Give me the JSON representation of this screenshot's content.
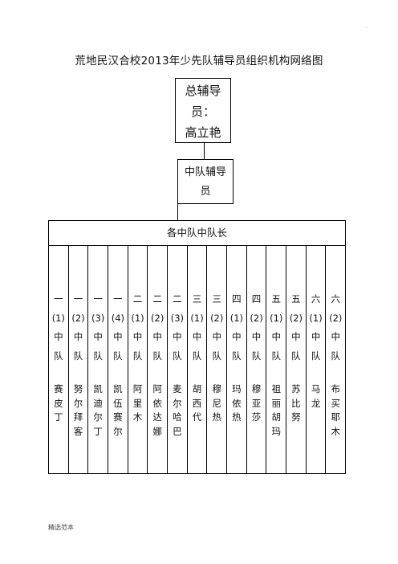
{
  "title": "荒地民汉合校2013年少先队辅导员组织机构网络图",
  "corner_mark": ".",
  "chief": {
    "line1": "总辅导",
    "line2": "员：",
    "line3": "高立艳"
  },
  "middle": {
    "line1": "中队辅导",
    "line2": "员"
  },
  "leaders_label": "各中队中队长",
  "columns": [
    {
      "grade": "一",
      "cls": "(1)",
      "z": "中",
      "d": "队",
      "name": [
        "赛",
        "皮",
        "丁",
        ""
      ]
    },
    {
      "grade": "一",
      "cls": "(2)",
      "z": "中",
      "d": "队",
      "name": [
        "努",
        "尔",
        "拜",
        "客"
      ]
    },
    {
      "grade": "一",
      "cls": "(3)",
      "z": "中",
      "d": "队",
      "name": [
        "凯",
        "迪",
        "尔",
        "丁"
      ]
    },
    {
      "grade": "一",
      "cls": "(4)",
      "z": "中",
      "d": "队",
      "name": [
        "凯",
        "伍",
        "赛",
        "尔"
      ]
    },
    {
      "grade": "二",
      "cls": "(1)",
      "z": "中",
      "d": "队",
      "name": [
        "阿",
        "里",
        "木",
        ""
      ]
    },
    {
      "grade": "二",
      "cls": "(2)",
      "z": "中",
      "d": "队",
      "name": [
        "阿",
        "依",
        "达",
        "娜"
      ]
    },
    {
      "grade": "二",
      "cls": "(3)",
      "z": "中",
      "d": "队",
      "name": [
        "麦",
        "尔",
        "哈",
        "巴"
      ]
    },
    {
      "grade": "三",
      "cls": "(1)",
      "z": "中",
      "d": "队",
      "name": [
        "胡",
        "西",
        "代",
        ""
      ]
    },
    {
      "grade": "三",
      "cls": "(2)",
      "z": "中",
      "d": "队",
      "name": [
        "穆",
        "尼",
        "热",
        ""
      ]
    },
    {
      "grade": "四",
      "cls": "(1)",
      "z": "中",
      "d": "队",
      "name": [
        "玛",
        "依",
        "热",
        ""
      ]
    },
    {
      "grade": "四",
      "cls": "(2)",
      "z": "中",
      "d": "队",
      "name": [
        "穆",
        "亚",
        "莎",
        ""
      ]
    },
    {
      "grade": "五",
      "cls": "(1)",
      "z": "中",
      "d": "队",
      "name": [
        "祖",
        "丽",
        "胡",
        "玛"
      ]
    },
    {
      "grade": "五",
      "cls": "(2)",
      "z": "中",
      "d": "队",
      "name": [
        "苏",
        "比",
        "努",
        ""
      ]
    },
    {
      "grade": "六",
      "cls": "(1)",
      "z": "中",
      "d": "队",
      "name": [
        "马",
        "龙",
        "",
        ""
      ]
    },
    {
      "grade": "六",
      "cls": "(2)",
      "z": "中",
      "d": "队",
      "name": [
        "布",
        "买",
        "耶",
        "木"
      ]
    }
  ],
  "footer": "精选范本"
}
